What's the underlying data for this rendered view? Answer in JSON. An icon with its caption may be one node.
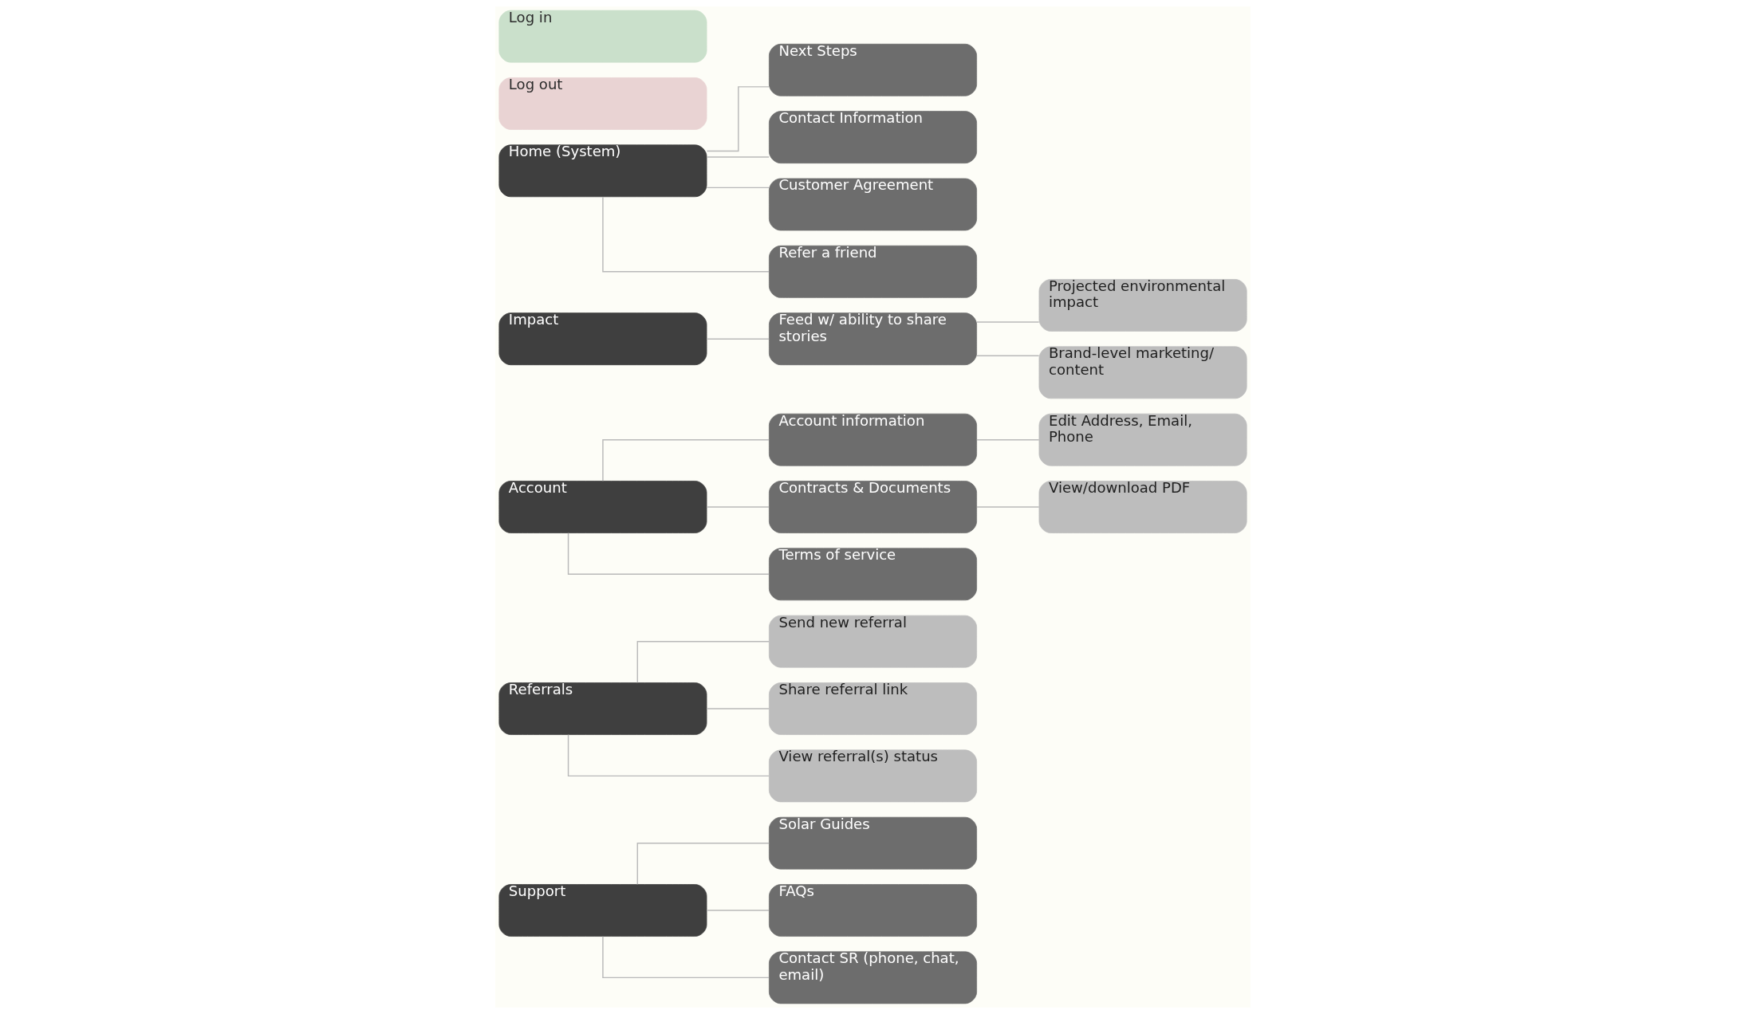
{
  "diagram": {
    "nodes": [
      {
        "text": [
          "Log in"
        ]
      },
      {
        "text": [
          "Log out"
        ]
      },
      {
        "text": [
          "Home (System)"
        ]
      },
      {
        "text": [
          "Next Steps"
        ]
      },
      {
        "text": [
          "Contact Information"
        ]
      },
      {
        "text": [
          "Customer Agreement"
        ]
      },
      {
        "text": [
          "Refer a friend"
        ]
      },
      {
        "text": [
          "Impact"
        ]
      },
      {
        "text": [
          "Feed w/ ability to share stories"
        ]
      },
      {
        "text": [
          "Projected environmental impact"
        ]
      },
      {
        "text": [
          "Brand-level marketing/ content"
        ]
      },
      {
        "text": [
          "Account"
        ]
      },
      {
        "text": [
          "Account information"
        ]
      },
      {
        "text": [
          "Edit Address, Email, Phone"
        ]
      },
      {
        "text": [
          "Contracts & Documents"
        ]
      },
      {
        "text": [
          "View/download PDF"
        ]
      },
      {
        "text": [
          "Terms of service"
        ]
      },
      {
        "text": [
          "Referrals"
        ]
      },
      {
        "text": [
          "Send new referral"
        ]
      },
      {
        "text": [
          "Share referral link"
        ]
      },
      {
        "text": [
          "View referral(s) status"
        ]
      },
      {
        "text": [
          "Support"
        ]
      },
      {
        "text": [
          "Solar Guides"
        ]
      },
      {
        "text": [
          "FAQs"
        ]
      },
      {
        "text": [
          "Contact SR (phone, chat, email)"
        ]
      }
    ],
    "edges": [
      {
        "from": 2,
        "to": 3,
        "arrow": "none"
      },
      {
        "from": 2,
        "to": 4,
        "arrow": "none"
      },
      {
        "from": 2,
        "to": 5,
        "arrow": "none"
      },
      {
        "from": 2,
        "to": 6,
        "arrow": "none"
      },
      {
        "from": 7,
        "to": 8,
        "arrow": "none"
      },
      {
        "from": 8,
        "to": 9,
        "arrow": "none"
      },
      {
        "from": 8,
        "to": 10,
        "arrow": "none"
      },
      {
        "from": 11,
        "to": 12,
        "arrow": "none"
      },
      {
        "from": 12,
        "to": 13,
        "arrow": "none"
      },
      {
        "from": 11,
        "to": 14,
        "arrow": "none"
      },
      {
        "from": 14,
        "to": 15,
        "arrow": "none"
      },
      {
        "from": 11,
        "to": 16,
        "arrow": "none"
      },
      {
        "from": 17,
        "to": 18,
        "arrow": "none"
      },
      {
        "from": 17,
        "to": 19,
        "arrow": "none"
      },
      {
        "from": 17,
        "to": 20,
        "arrow": "none"
      },
      {
        "from": 21,
        "to": 22,
        "arrow": "none"
      },
      {
        "from": 21,
        "to": 23,
        "arrow": "none"
      },
      {
        "from": 21,
        "to": 24,
        "arrow": "none"
      }
    ]
  }
}
